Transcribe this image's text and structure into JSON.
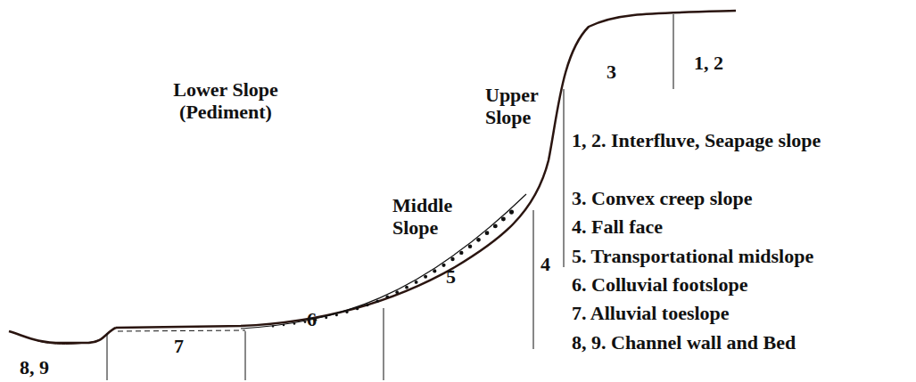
{
  "diagram": {
    "labels": [
      "1, 2",
      "3",
      "Upper Slope",
      "4",
      "Middle Slope",
      "5",
      "Lower Slope (Pediment)",
      "6",
      "7",
      "8, 9",
      "1, 2. Interfluve, Seapage slope",
      "3. Convex creep slope",
      "4. Fall face",
      "5. Transportational midslope",
      "6. Colluvial footslope",
      "7. Alluvial toeslope",
      "8, 9. Channel wall and Bed"
    ]
  }
}
